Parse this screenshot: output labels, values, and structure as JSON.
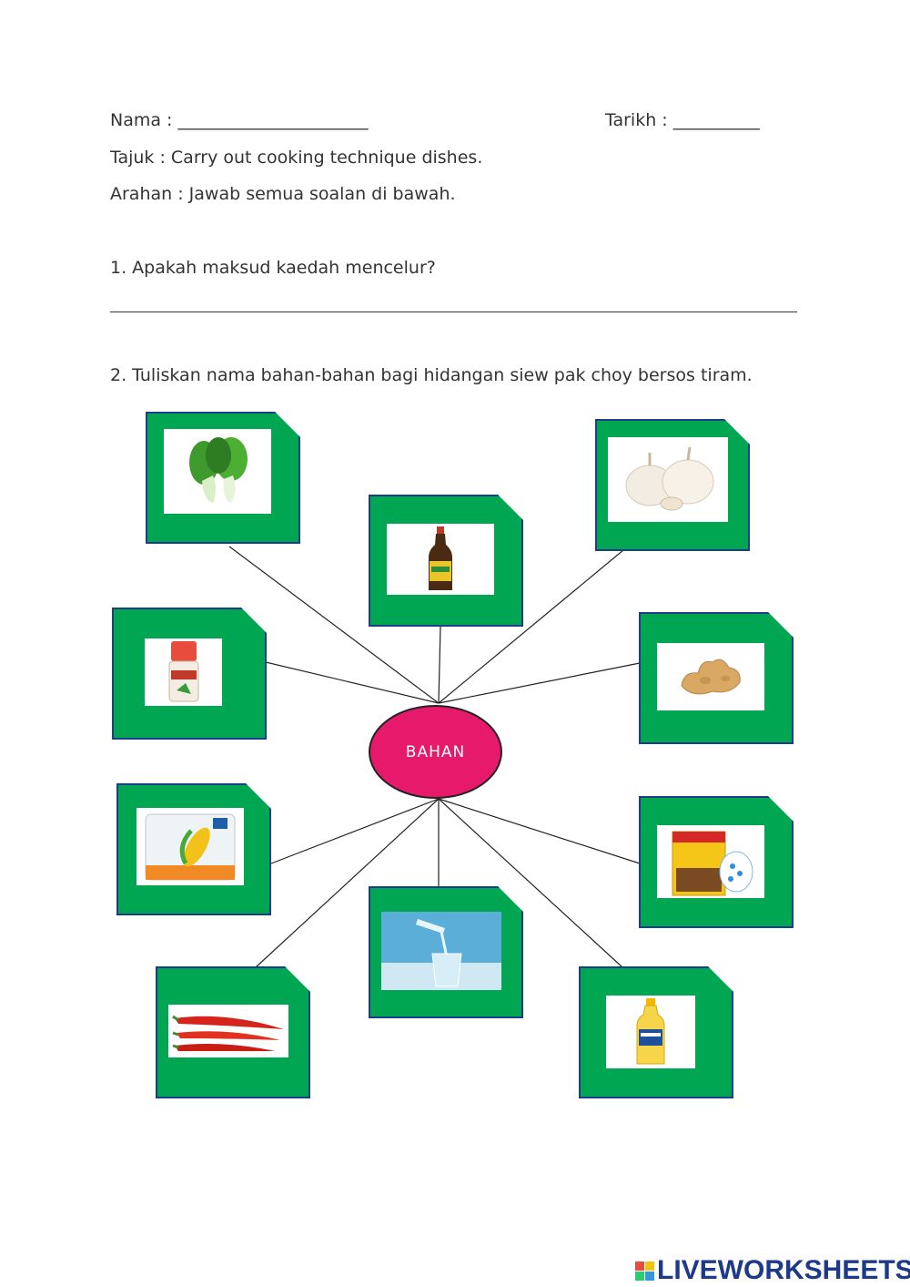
{
  "header": {
    "name_label": "Nama : ______________________",
    "date_label": "Tarikh : __________",
    "title": "Tajuk : Carry out cooking technique dishes.",
    "instruction": "Arahan : Jawab semua soalan di bawah."
  },
  "questions": [
    {
      "text": "1. Apakah maksud kaedah mencelur?"
    },
    {
      "text": "2. Tuliskan nama bahan-bahan bagi hidangan siew pak choy bersos tiram."
    }
  ],
  "diagram": {
    "center_label": "BAHAN",
    "ingredients": [
      {
        "icon": "bok-choy-icon"
      },
      {
        "icon": "oyster-sauce-bottle-icon"
      },
      {
        "icon": "garlic-icon"
      },
      {
        "icon": "pepper-shaker-icon"
      },
      {
        "icon": "ginger-icon"
      },
      {
        "icon": "corn-flour-packet-icon"
      },
      {
        "icon": "chicken-stock-box-icon"
      },
      {
        "icon": "water-glass-icon"
      },
      {
        "icon": "red-chili-icon"
      },
      {
        "icon": "cooking-oil-bottle-icon"
      }
    ],
    "colors": {
      "card": "#00a651",
      "card_border": "#1f3c88",
      "center": "#e6196a"
    }
  },
  "footer": {
    "brand": "LIVEWORKSHEETS"
  }
}
